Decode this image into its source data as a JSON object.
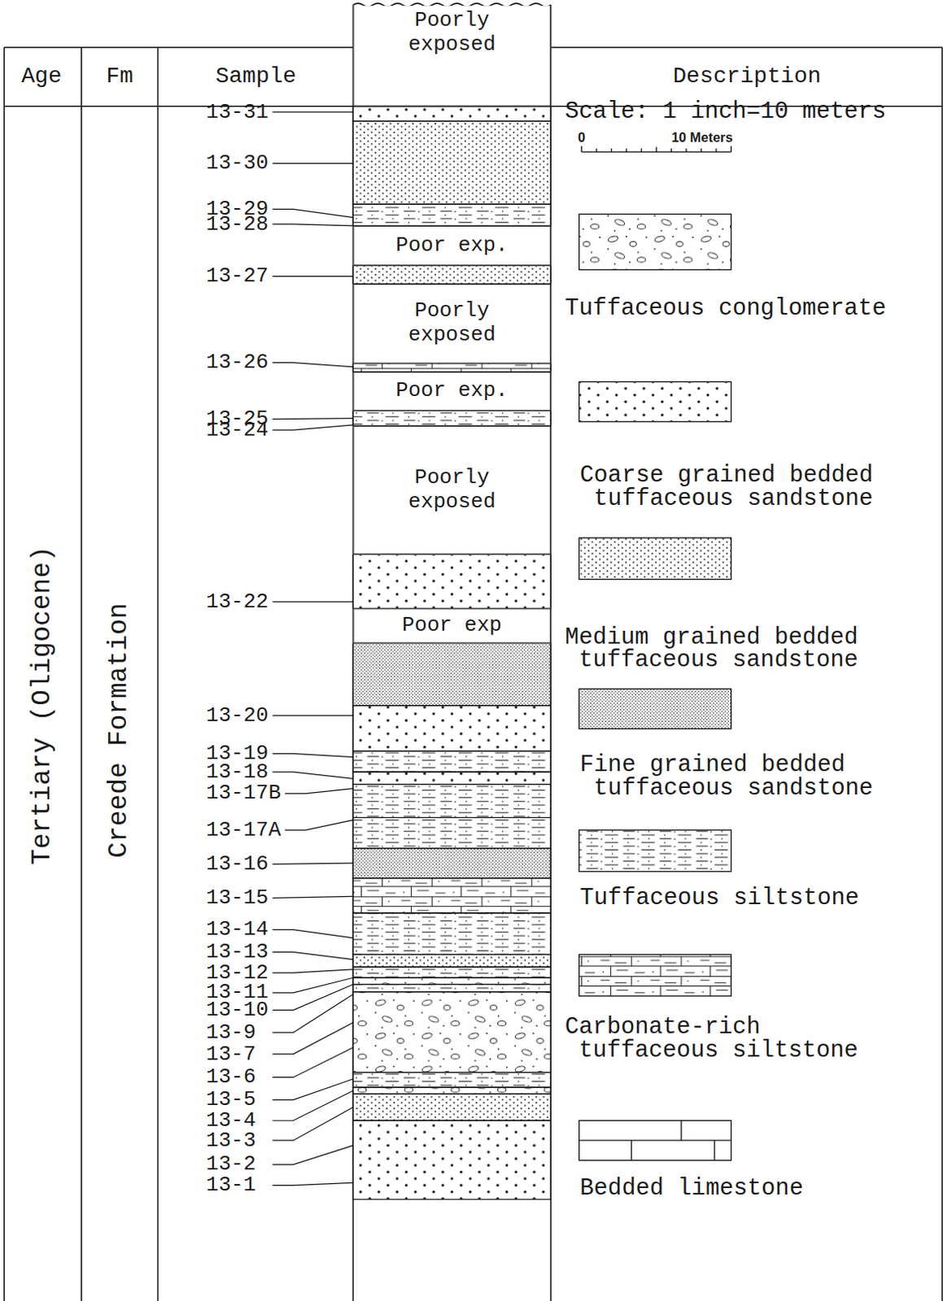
{
  "diagram": {
    "nodes": [
      {
        "text": [
          "Poorly exposed"
        ]
      },
      {
        "text": [
          "Poor exp."
        ]
      },
      {
        "text": [
          "Poorly exposed"
        ]
      },
      {
        "text": [
          "Poor exp."
        ]
      },
      {
        "text": [
          "Poorly exposed"
        ]
      },
      {
        "text": [
          "Poor exp"
        ]
      }
    ],
    "labels": [
      "Age",
      "Fm",
      "Sample",
      "Description",
      "Tertiary (Oligocene)",
      "Creede Formation",
      "13-31",
      "13-30",
      "13-29",
      "13-28",
      "13-27",
      "13-26",
      "13-25",
      "13-24",
      "13-22",
      "13-20",
      "13-19",
      "13-18",
      "13-17B",
      "13-17A",
      "13-16",
      "13-15",
      "13-14",
      "13-13",
      "13-12",
      "13-11",
      "13-10",
      "13-9",
      "13-7",
      "13-6",
      "13-5",
      "13-4",
      "13-3",
      "13-2",
      "13-1",
      "Scale: 1 inch=10 meters",
      "0",
      "10 Meters"
    ],
    "legend": [
      {
        "text": "Tuffaceous conglomerate"
      },
      {
        "text": "Coarse grained bedded tuffaceous sandstone"
      },
      {
        "text": "Medium grained bedded tuffaceous sandstone"
      },
      {
        "text": "Fine grained bedded tuffaceous sandstone"
      },
      {
        "text": "Tuffaceous siltstone"
      },
      {
        "text": "Carbonate-rich tuffaceous siltstone"
      },
      {
        "text": "Bedded limestone"
      }
    ]
  }
}
